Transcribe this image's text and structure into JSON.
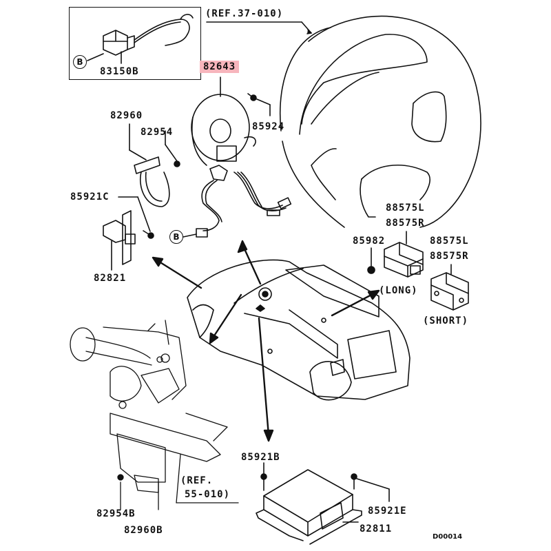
{
  "diagram": {
    "type": "exploded-parts-diagram",
    "subject": "Steering wheel clock spring, airbag sensors and SRS control unit",
    "highlighted_part": "82643",
    "highlight_color": "#f7b5bc",
    "diagram_code": "D00014",
    "references": {
      "steering_wheel": "(REF.37-010)",
      "steering_column_line1": "(REF.",
      "steering_column_line2": "55-010)"
    },
    "connector_marker": "B",
    "parts": {
      "p83150B": "83150B",
      "p82643": "82643",
      "p85924": "85924",
      "p82960": "82960",
      "p82954": "82954",
      "p85921C": "85921C",
      "p82821": "82821",
      "p88575L_long": "88575L",
      "p88575R_long": "88575R",
      "p85982": "85982",
      "p88575L_short": "88575L",
      "p88575R_short": "88575R",
      "long_note": "(LONG)",
      "short_note": "(SHORT)",
      "p85921B": "85921B",
      "p85921E": "85921E",
      "p82811": "82811",
      "p82954B": "82954B",
      "p82960B": "82960B"
    }
  }
}
